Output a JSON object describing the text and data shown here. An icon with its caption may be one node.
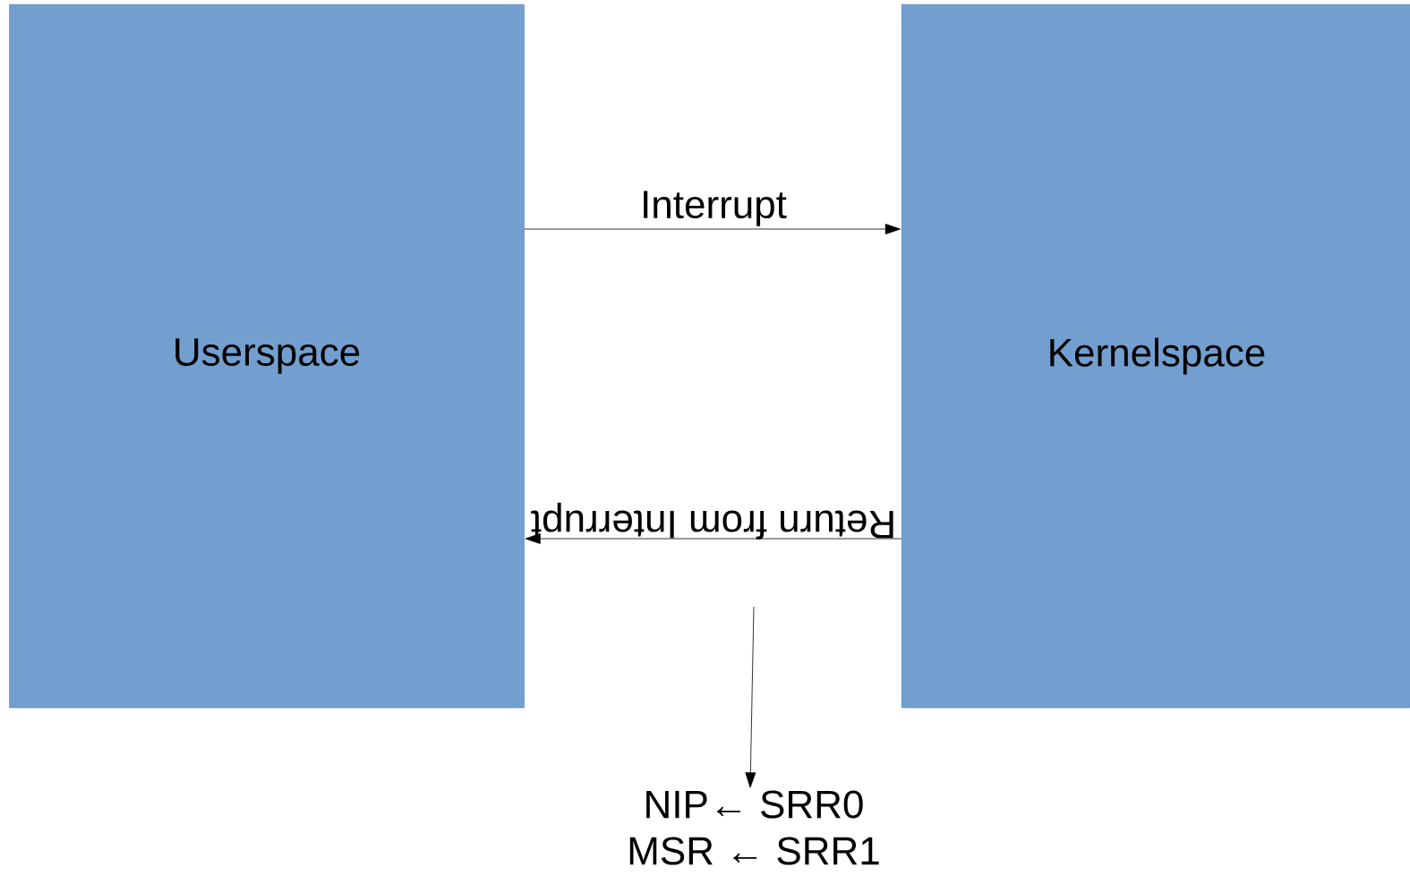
{
  "diagram": {
    "nodes": [
      {
        "text": [
          "Userspace"
        ]
      },
      {
        "text": [
          "Kernelspace"
        ]
      },
      {
        "text": [
          "NIP← SRR0",
          "MSR ← SRR1"
        ]
      }
    ],
    "edges": [
      {
        "from": 0,
        "to": 1,
        "arrow": "to",
        "label": "Interrupt"
      },
      {
        "from": 1,
        "to": 0,
        "arrow": "to",
        "label": "Return from Interrupt"
      },
      {
        "from": null,
        "to": 2,
        "arrow": "to"
      }
    ]
  }
}
